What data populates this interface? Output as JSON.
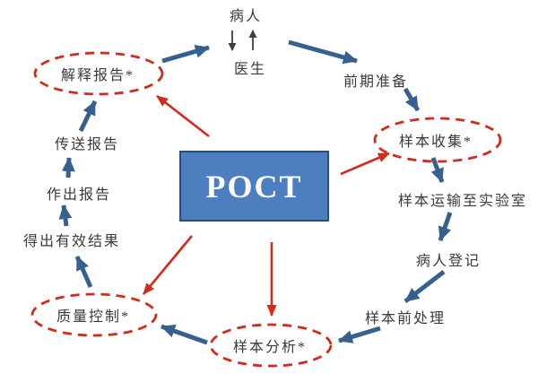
{
  "diagram": {
    "center_label": "POCT",
    "patient_label": "病人",
    "doctor_label": "医生",
    "steps": {
      "prep": "前期准备",
      "collect": "样本收集*",
      "transport": "样本运输至实验室",
      "register": "病人登记",
      "pretreat": "样本前处理",
      "analyze": "样本分析*",
      "qc": "质量控制*",
      "results": "得出有效结果",
      "report": "作出报告",
      "send": "传送报告",
      "interpret": "解释报告*"
    },
    "highlighted_steps": [
      "样本收集*",
      "样本分析*",
      "质量控制*",
      "解释报告*"
    ],
    "colors": {
      "cycle_arrow_blue": "#36618E",
      "highlight_red": "#D22B1B",
      "center_box_fill": "#4D7EC0",
      "center_box_border": "#2C4D77",
      "label_text": "#3A3A3A"
    }
  }
}
